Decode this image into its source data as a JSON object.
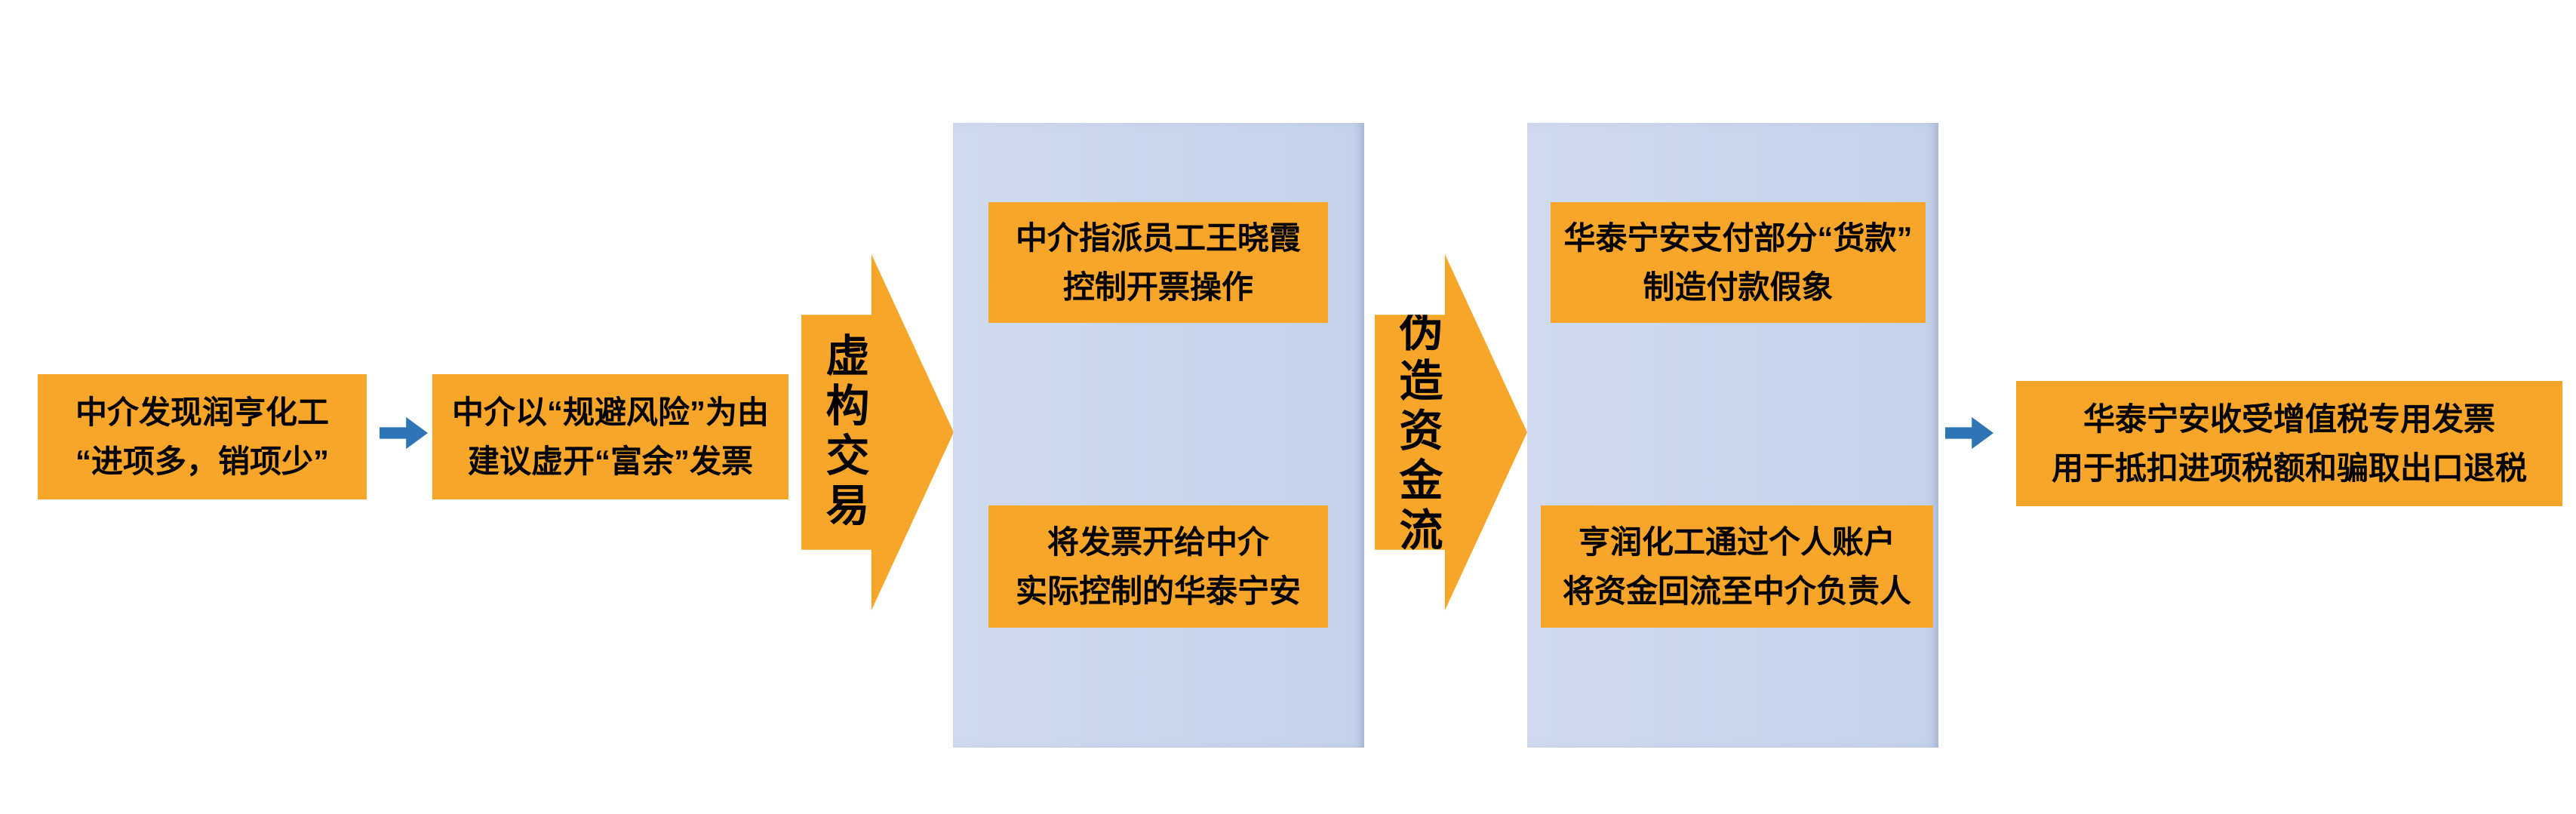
{
  "colors": {
    "box_orange": "#F8A62A",
    "panel_blue": "#CFDAEF",
    "arrow_blue": "#2E75B6",
    "text_color": "#000000"
  },
  "diagram": {
    "nodes": {
      "start": {
        "line1": "中介发现润亨化工",
        "line2": "“进项多，销项少”"
      },
      "suggest": {
        "line1": "中介以“规避风险”为由",
        "line2": "建议虚开“富余”发票"
      },
      "invoice_top": {
        "line1": "中介指派员工王晓霞",
        "line2": "控制开票操作"
      },
      "invoice_bottom": {
        "line1": "将发票开给中介",
        "line2": "实际控制的华泰宁安"
      },
      "funds_top": {
        "line1": "华泰宁安支付部分“货款”",
        "line2": "制造付款假象"
      },
      "funds_bottom": {
        "line1": "亨润化工通过个人账户",
        "line2": "将资金回流至中介负责人"
      },
      "end": {
        "line1": "华泰宁安收受增值税专用发票",
        "line2": "用于抵扣进项税额和骗取出口退税"
      }
    },
    "arrows": {
      "fabricate_transaction": "虚构交易",
      "fabricate_funds_flow": "伪造资金流"
    }
  }
}
